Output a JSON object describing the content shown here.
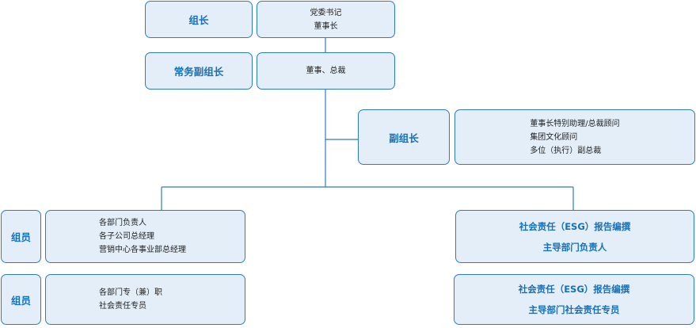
{
  "leader": {
    "role": "组长",
    "desc": [
      "党委书记",
      "董事长"
    ]
  },
  "executive_leader": {
    "role": "常务副组长",
    "desc": [
      "董事、总裁"
    ]
  },
  "deputy_leader": {
    "role": "副组长",
    "desc": [
      "董事长特别助理/总裁顾问",
      "集团文化顾问",
      "多位（执行）副总裁"
    ]
  },
  "member_1": {
    "role": "组员",
    "desc": [
      "各部门负责人",
      "各子公司总经理",
      "营销中心各事业部总经理"
    ]
  },
  "member_2": {
    "role": "组员",
    "desc": [
      "各部门专（兼）职",
      "社会责任专员"
    ]
  },
  "esg_1": {
    "lines": [
      "社会责任（ESG）报告编撰",
      "主导部门负责人"
    ]
  },
  "esg_2": {
    "lines": [
      "社会责任（ESG）报告编撰",
      "主导部门社会责任专员"
    ]
  },
  "colors": {
    "border": "#2e7bbf",
    "fill": "#e3eef8",
    "accent_text": "#1770b8"
  }
}
